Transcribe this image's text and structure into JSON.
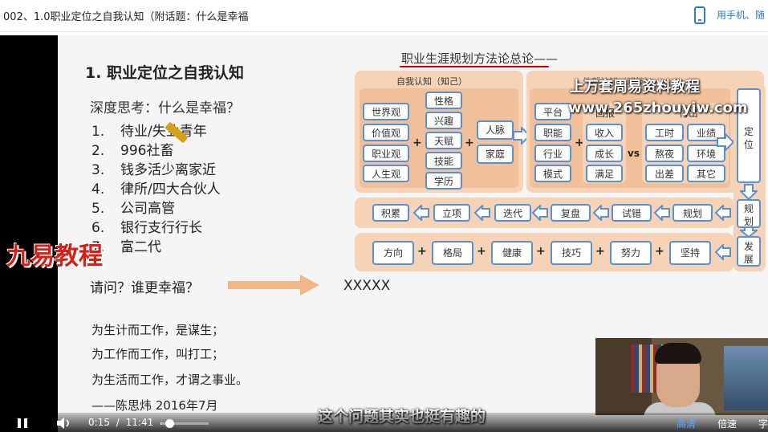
{
  "header": {
    "title": "002、1.0职业定位之自我认知（附话题：什么是幸福",
    "phone_text": "用手机、随"
  },
  "slide": {
    "title": "1. 职业定位之自我认知",
    "subtitle": "深度思考：什么是幸福？",
    "list": [
      {
        "num": "1.",
        "text": "待业/失业青年"
      },
      {
        "num": "2.",
        "text": "996社畜"
      },
      {
        "num": "3.",
        "text": "钱多活少离家近"
      },
      {
        "num": "4.",
        "text": "律所/四大合伙人"
      },
      {
        "num": "5.",
        "text": "公司高管"
      },
      {
        "num": "6.",
        "text": "银行支行行长"
      },
      {
        "num": "7.",
        "text": "富二代"
      }
    ],
    "question": "请问？谁更幸福？",
    "answer": "XXXXX",
    "quotes": [
      "为生计而工作，是谋生；",
      "为工作而工作，叫打工；",
      "为生活而工作，才谓之事业。",
      "——陈思炜 2016年7月"
    ]
  },
  "diagram": {
    "title": "职业生涯规划方法论总论——",
    "self_label": "自我认知（知己）",
    "external_label": "外部认知（知彼）",
    "self_col1": [
      "世界观",
      "价值观",
      "职业观",
      "人生观"
    ],
    "self_col2": [
      "性格",
      "兴趣",
      "天赋",
      "技能",
      "学历"
    ],
    "self_col3": [
      "人脉",
      "家庭"
    ],
    "ext_col1": [
      "平台",
      "职能",
      "行业",
      "模式"
    ],
    "ext_huibao_label": "回报",
    "ext_huibao": [
      "收入",
      "成长",
      "满足"
    ],
    "vs": "vs",
    "ext_fuchu_label": "付出",
    "ext_fuchu": [
      "工时",
      "业绩",
      "熬夜",
      "环境",
      "出差",
      "其它"
    ],
    "side": [
      "定位",
      "规划",
      "发展"
    ],
    "row3": [
      "积累",
      "立项",
      "迭代",
      "复盘",
      "试错",
      "规划"
    ],
    "row4": [
      "方向",
      "格局",
      "健康",
      "技巧",
      "努力",
      "坚持"
    ],
    "plus": "+"
  },
  "watermarks": {
    "line1": "上万套周易资料教程",
    "line2": "www.265zhouyiw.com",
    "brand": "九易教程"
  },
  "caption": "这个问题其实也挺有趣的",
  "player": {
    "current_time": "0:15",
    "separator": "/",
    "total_time": "11:41",
    "progress": 0.021,
    "quality": "高清",
    "speed": "倍速",
    "subtitle_btn": "字"
  }
}
